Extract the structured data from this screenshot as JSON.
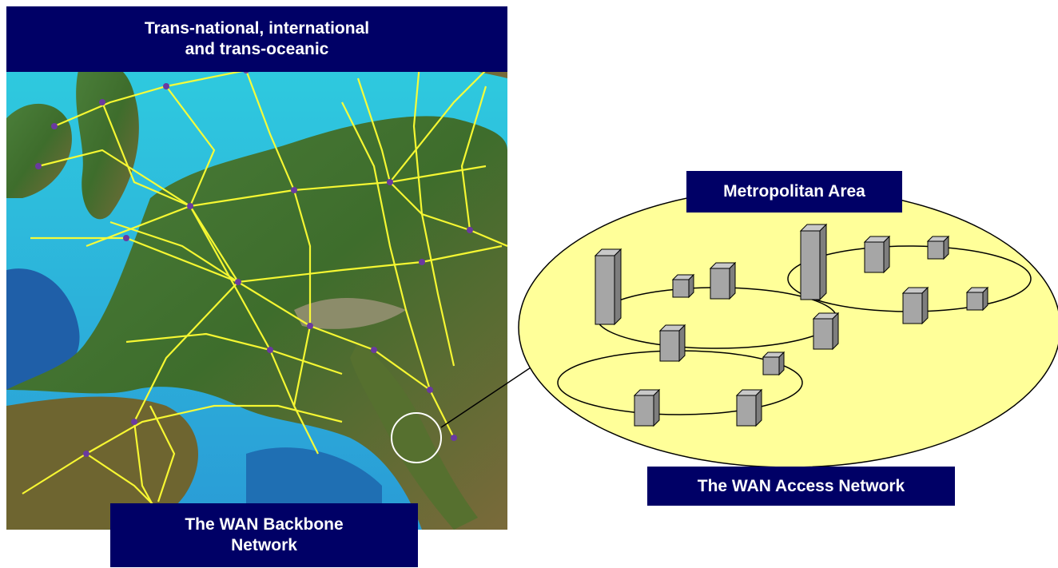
{
  "map": {
    "title_line1": "Trans-national, international",
    "title_line2": "and trans-oceanic",
    "caption_line1": "The WAN Backbone",
    "caption_line2": "Network"
  },
  "metro": {
    "title": "Metropolitan Area",
    "caption": "The WAN Access Network"
  },
  "colors": {
    "label_bg": "#000066",
    "label_text": "#ffffff",
    "metro_fill": "#ffff99",
    "node_fill": "#a6a6a6",
    "link_yellow": "#ffff33",
    "sea": "#33ccdd",
    "land": "#4f7a33"
  }
}
